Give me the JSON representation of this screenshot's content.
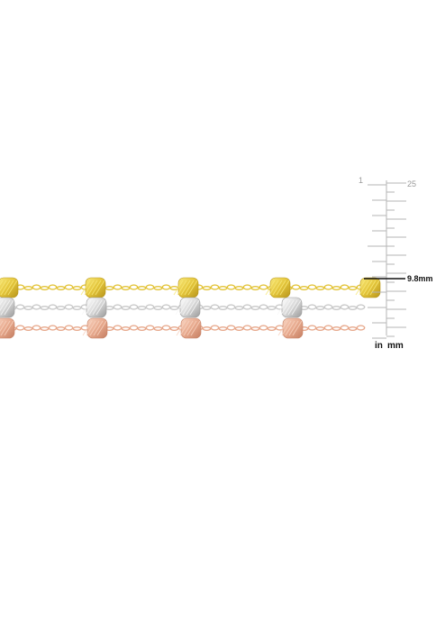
{
  "scale": {
    "inch_label": "1",
    "mm_label": "25",
    "measurement_label": "9.8mm",
    "unit_in": "in",
    "unit_mm": "mm"
  },
  "chains": [
    {
      "name": "yellow",
      "color": "#e3c43a",
      "bead_light": "#f8e87a",
      "bead_dark": "#b8961c"
    },
    {
      "name": "white",
      "color": "#c9c9c9",
      "bead_light": "#f7f7f7",
      "bead_dark": "#9a9a9a"
    },
    {
      "name": "rose",
      "color": "#e7a98d",
      "bead_light": "#f8d3c0",
      "bead_dark": "#c57f63"
    }
  ]
}
